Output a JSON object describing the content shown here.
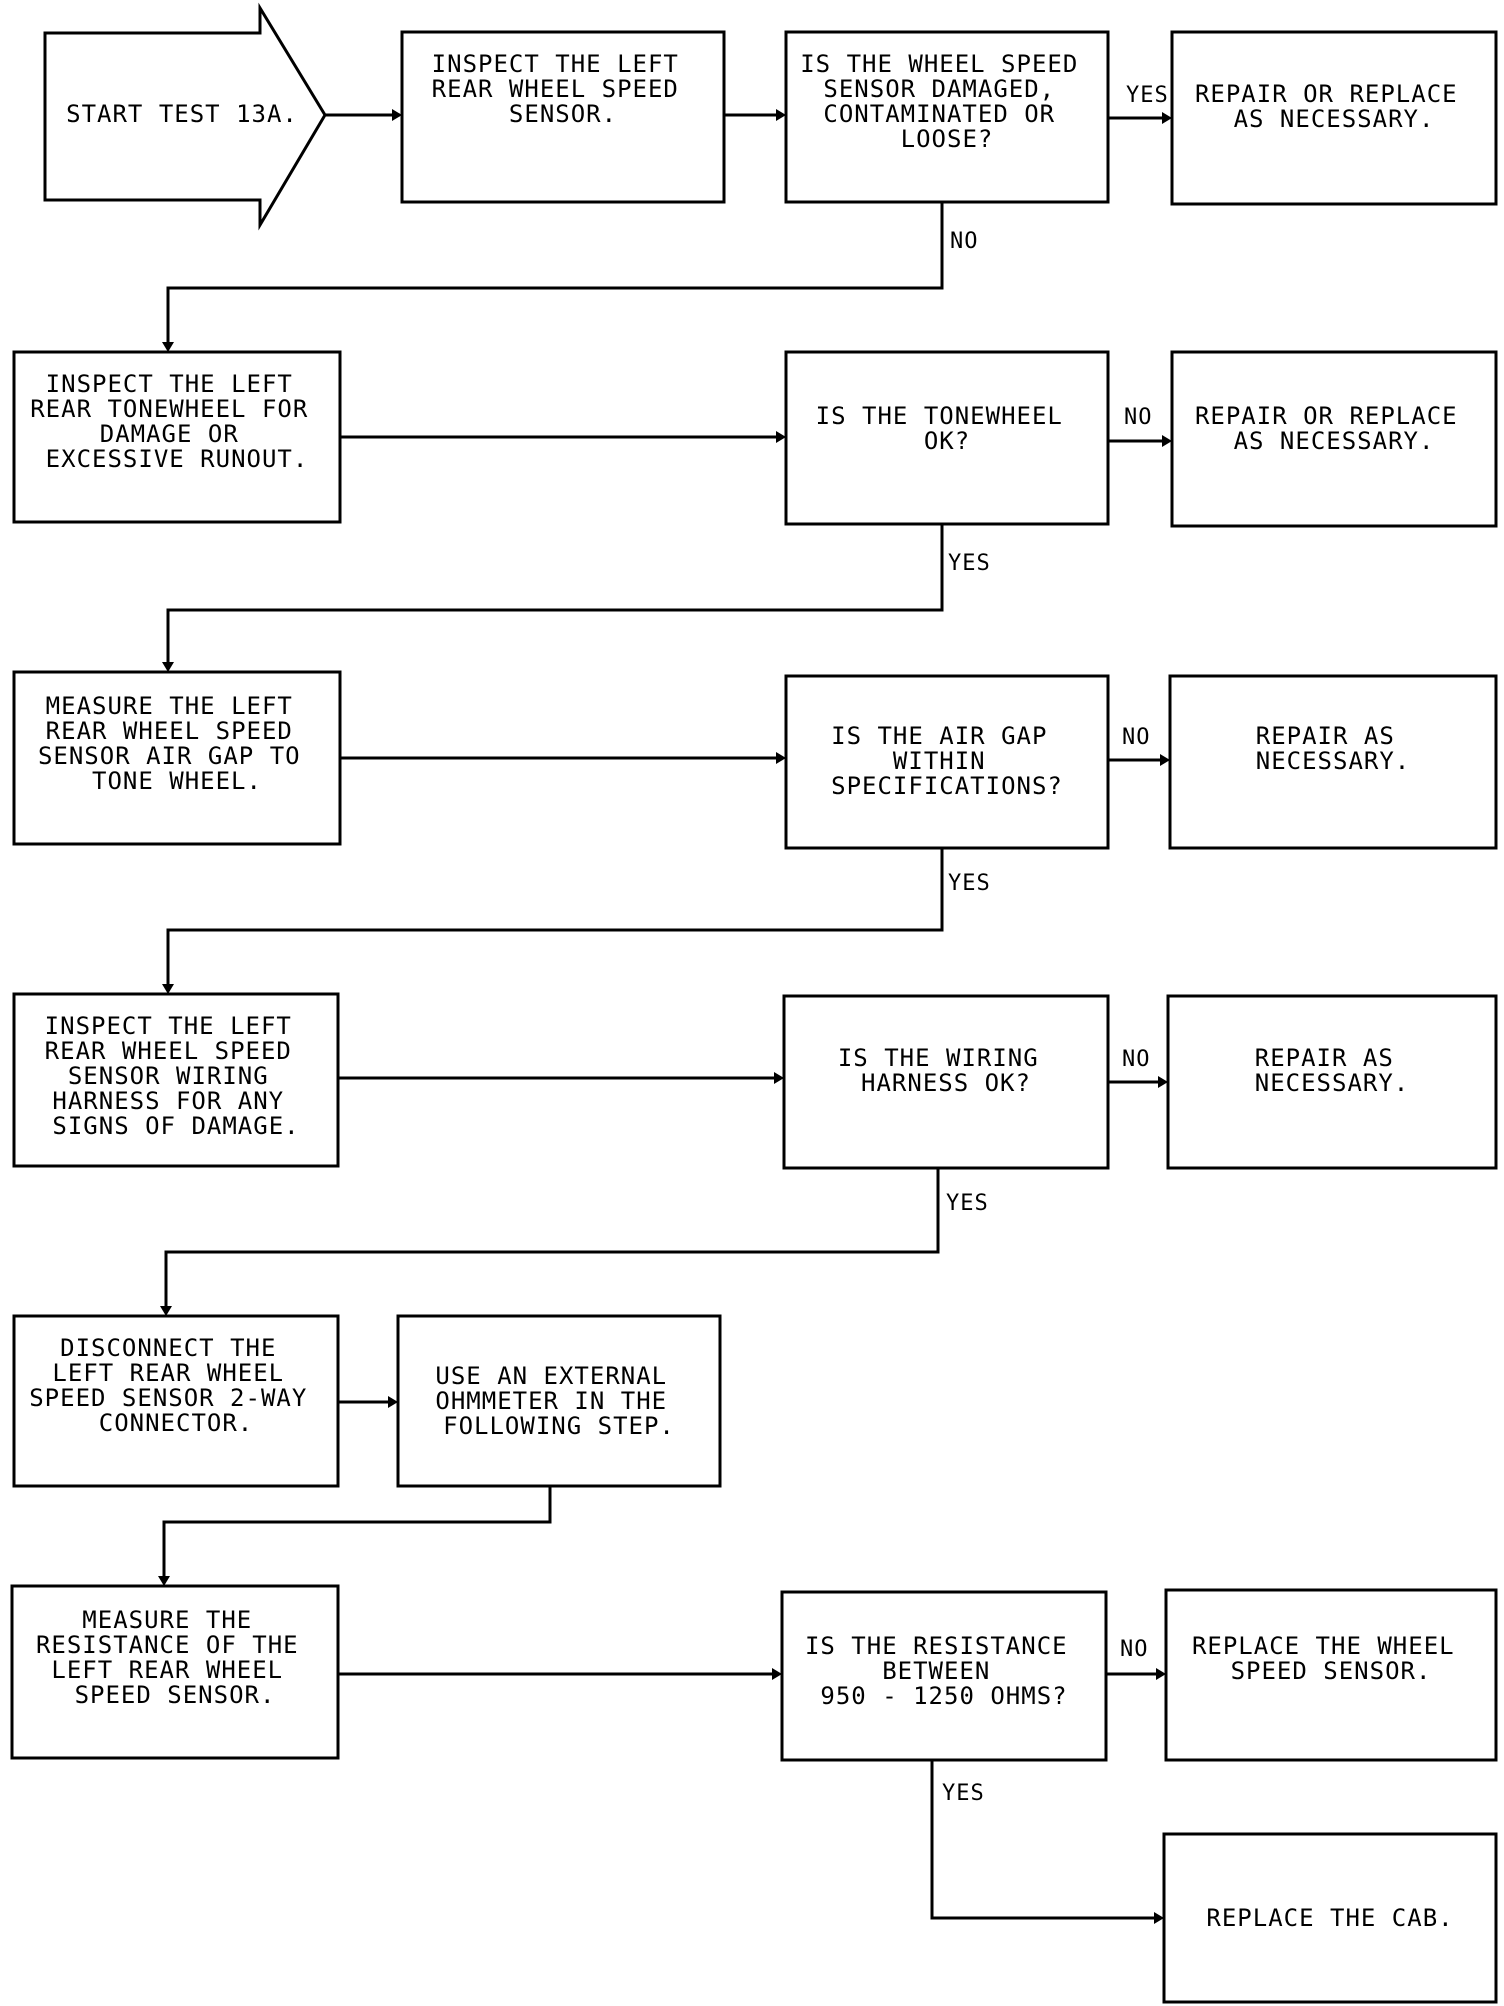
{
  "diagram": {
    "nodes": {
      "start": [
        "START TEST 13A."
      ],
      "inspect_sensor": [
        "INSPECT THE LEFT",
        "REAR WHEEL SPEED",
        "SENSOR."
      ],
      "q_sensor_damaged": [
        "IS THE WHEEL SPEED",
        "SENSOR DAMAGED,",
        "CONTAMINATED OR",
        "LOOSE?"
      ],
      "repair_replace_1": [
        "REPAIR OR REPLACE",
        "AS NECESSARY."
      ],
      "inspect_tonewheel": [
        "INSPECT THE LEFT",
        "REAR TONEWHEEL FOR",
        "DAMAGE OR",
        "EXCESSIVE RUNOUT."
      ],
      "q_tonewheel_ok": [
        "IS THE TONEWHEEL",
        "OK?"
      ],
      "repair_replace_2": [
        "REPAIR OR REPLACE",
        "AS NECESSARY."
      ],
      "measure_air_gap": [
        "MEASURE THE LEFT",
        "REAR WHEEL SPEED",
        "SENSOR AIR GAP TO",
        "TONE WHEEL."
      ],
      "q_air_gap": [
        "IS THE AIR GAP",
        "WITHIN",
        "SPECIFICATIONS?"
      ],
      "repair_1": [
        "REPAIR AS",
        "NECESSARY."
      ],
      "inspect_wiring": [
        "INSPECT THE LEFT",
        "REAR WHEEL SPEED",
        "SENSOR WIRING",
        "HARNESS FOR ANY",
        "SIGNS OF DAMAGE."
      ],
      "q_wiring_ok": [
        "IS THE WIRING",
        "HARNESS OK?"
      ],
      "repair_2": [
        "REPAIR AS",
        "NECESSARY."
      ],
      "disconnect": [
        "DISCONNECT THE",
        "LEFT REAR WHEEL",
        "SPEED SENSOR 2-WAY",
        "CONNECTOR."
      ],
      "use_ohmmeter": [
        "USE AN EXTERNAL",
        "OHMMETER IN THE",
        "FOLLOWING STEP."
      ],
      "measure_resistance": [
        "MEASURE THE",
        "RESISTANCE OF THE",
        "LEFT REAR WHEEL",
        "SPEED SENSOR."
      ],
      "q_resistance": [
        "IS THE RESISTANCE",
        "BETWEEN",
        "950 - 1250 OHMS?"
      ],
      "replace_sensor": [
        "REPLACE THE WHEEL",
        "SPEED SENSOR."
      ],
      "replace_cab": [
        "REPLACE THE CAB."
      ]
    },
    "labels": {
      "yes": "YES",
      "no": "NO"
    }
  }
}
